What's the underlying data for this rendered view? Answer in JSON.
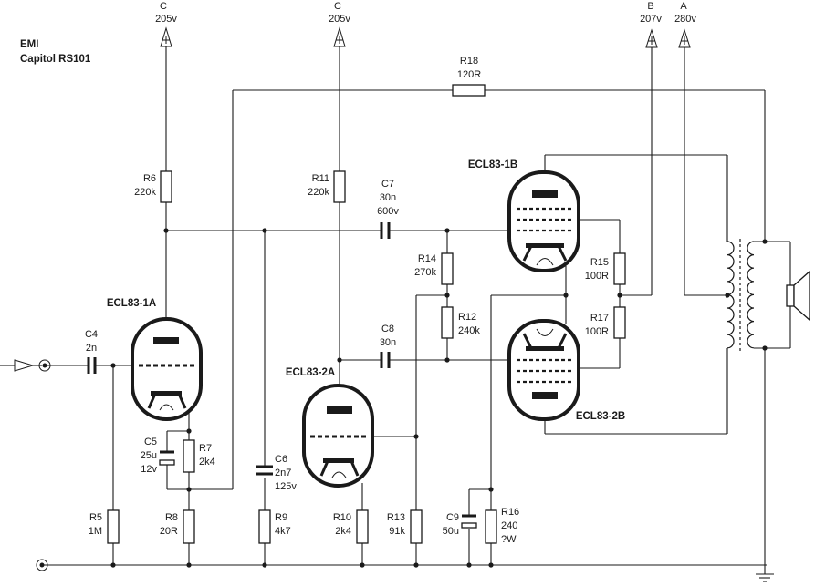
{
  "title": {
    "line1": "EMI",
    "line2": "Capitol RS101"
  },
  "rails": {
    "c1": {
      "letter": "C",
      "voltage": "205v"
    },
    "c2": {
      "letter": "C",
      "voltage": "205v"
    },
    "b": {
      "letter": "B",
      "voltage": "207v"
    },
    "a": {
      "letter": "A",
      "voltage": "280v"
    }
  },
  "resistors": {
    "r5": {
      "name": "R5",
      "value": "1M"
    },
    "r6": {
      "name": "R6",
      "value": "220k"
    },
    "r7": {
      "name": "R7",
      "value": "2k4"
    },
    "r8": {
      "name": "R8",
      "value": "20R"
    },
    "r9": {
      "name": "R9",
      "value": "4k7"
    },
    "r10": {
      "name": "R10",
      "value": "2k4"
    },
    "r11": {
      "name": "R11",
      "value": "220k"
    },
    "r12": {
      "name": "R12",
      "value": "240k"
    },
    "r13": {
      "name": "R13",
      "value": "91k"
    },
    "r14": {
      "name": "R14",
      "value": "270k"
    },
    "r15": {
      "name": "R15",
      "value": "100R"
    },
    "r16": {
      "name": "R16",
      "value": "240",
      "value2": "?W"
    },
    "r17": {
      "name": "R17",
      "value": "100R"
    },
    "r18": {
      "name": "R18",
      "value": "120R"
    }
  },
  "capacitors": {
    "c4": {
      "name": "C4",
      "value": "2n"
    },
    "c5": {
      "name": "C5",
      "value": "25u",
      "value2": "12v"
    },
    "c6": {
      "name": "C6",
      "value": "2n7",
      "value2": "125v"
    },
    "c7": {
      "name": "C7",
      "value": "30n",
      "value2": "600v"
    },
    "c8": {
      "name": "C8",
      "value": "30n"
    },
    "c9": {
      "name": "C9",
      "value": "50u"
    }
  },
  "tubes": {
    "v1a": "ECL83-1A",
    "v2a": "ECL83-2A",
    "v1b": "ECL83-1B",
    "v2b": "ECL83-2B"
  },
  "icons": {
    "input": "input-arrow-icon",
    "rail": "supply-rail-arrow-icon",
    "ground": "ground-icon",
    "speaker": "speaker-icon",
    "transformer": "output-transformer-icon"
  },
  "colors": {
    "ink": "#1a1a1a",
    "background": "#ffffff"
  }
}
